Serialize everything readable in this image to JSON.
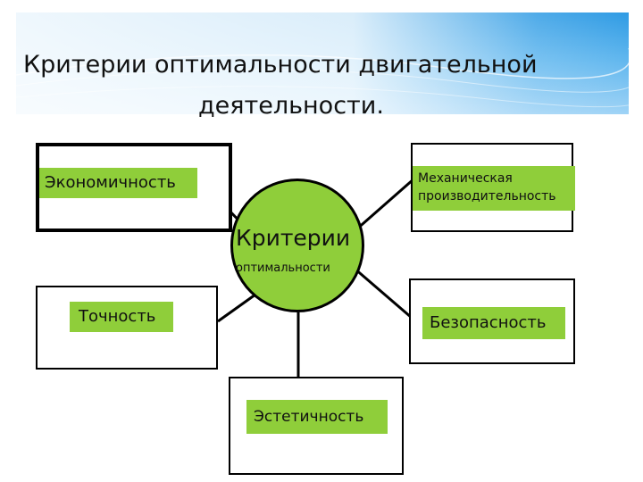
{
  "slide": {
    "title_line1": "Критерии оптимальности двигательной",
    "title_line2": "деятельности."
  },
  "diagram": {
    "center": {
      "title": "Критерии",
      "subtitle": "оптимальности"
    },
    "nodes": {
      "economy": "Экономичность",
      "mechanical_line1": "Механическая",
      "mechanical_line2": "производительность",
      "accuracy": "Точность",
      "safety": "Безопасность",
      "aesthetics": "Эстетичность"
    },
    "colors": {
      "accent": "#8fce3a",
      "banner": "#2f9be4",
      "outline": "#000000"
    }
  }
}
